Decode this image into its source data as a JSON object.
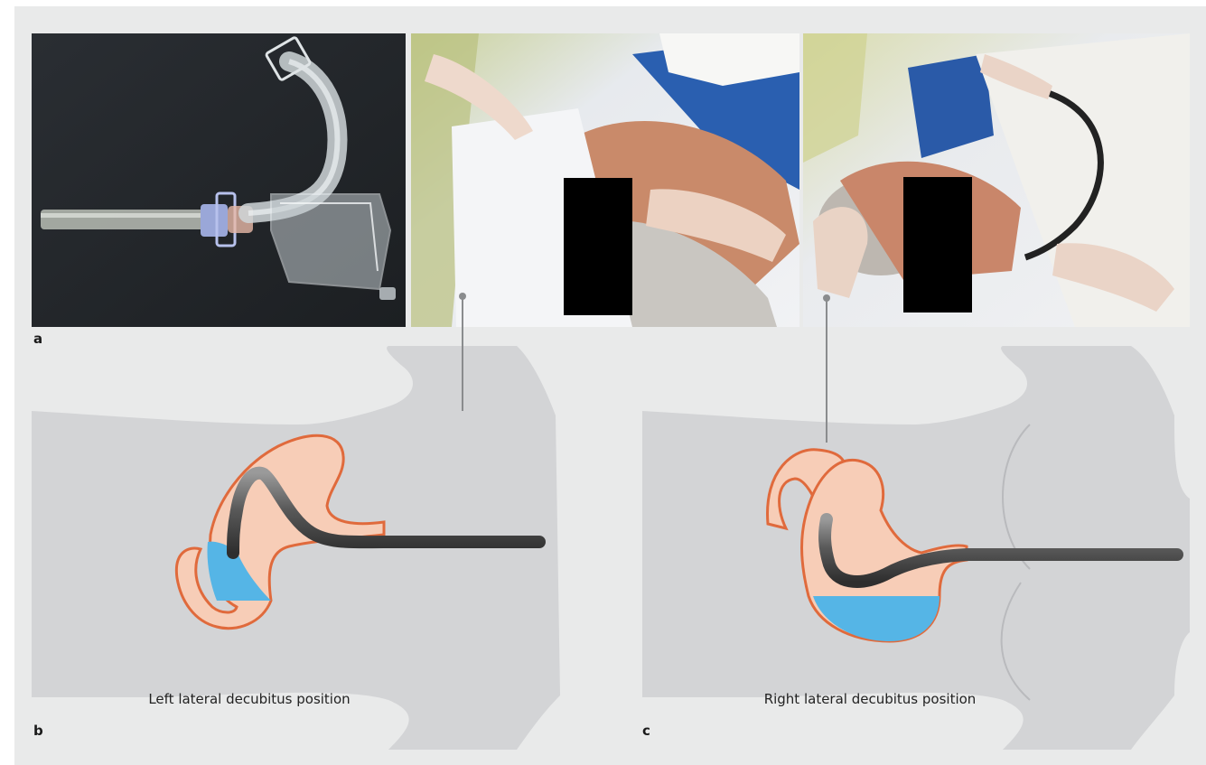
{
  "figure": {
    "panels": {
      "a": {
        "label": "a"
      },
      "b": {
        "label": "b",
        "caption": "Left lateral decubitus position"
      },
      "c": {
        "label": "c",
        "caption": "Right lateral decubitus position"
      }
    },
    "photos": [
      {
        "name": "cap-device-photo",
        "subject": "transparent plastic cap / collection device with tubing"
      },
      {
        "name": "left-lateral-photo",
        "subject": "patient in left lateral decubitus position, face redacted"
      },
      {
        "name": "right-lateral-photo",
        "subject": "patient in right lateral decubitus position, face redacted"
      }
    ],
    "colors": {
      "background": "#e9eaea",
      "silhouette": "#d3d4d6",
      "stomach_fill": "#f7cdb7",
      "stomach_outline": "#e06a3c",
      "fluid": "#55b5e6",
      "endoscope": "#555555",
      "connector": "#8a8c8e"
    }
  }
}
